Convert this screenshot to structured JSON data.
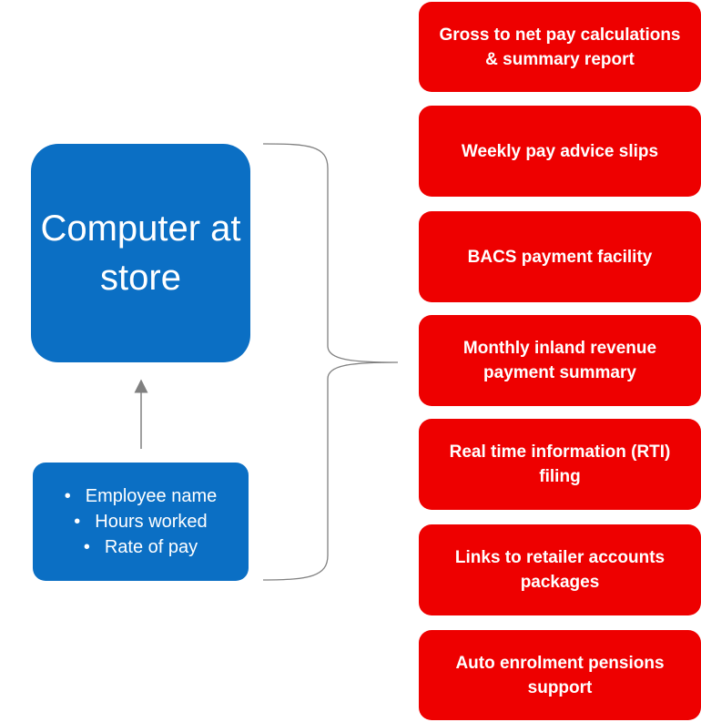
{
  "source": {
    "title": "Computer at store",
    "inputs": [
      "Employee name",
      "Hours worked",
      "Rate of pay"
    ]
  },
  "outputs": [
    "Gross to net pay calculations & summary report",
    "Weekly pay advice slips",
    "BACS payment facility",
    "Monthly inland revenue payment summary",
    "Real time information (RTI) filing",
    "Links to retailer accounts packages",
    "Auto enrolment pensions support"
  ],
  "colors": {
    "computer_box": "#0b6fc4",
    "output_box": "#ee0000",
    "connector": "#808080"
  }
}
